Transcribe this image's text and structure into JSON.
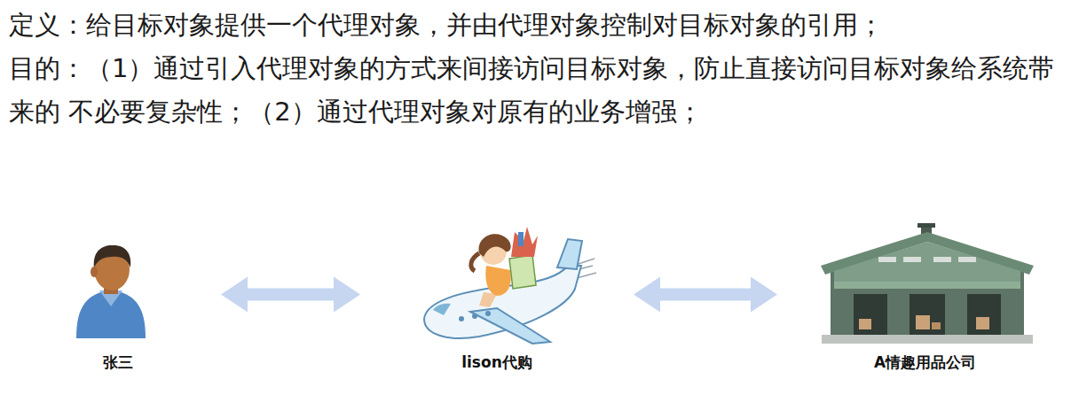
{
  "diagram": {
    "nodes": [
      {
        "text": [
          "张三"
        ]
      },
      {
        "text": [
          "lison代购"
        ]
      },
      {
        "text": [
          "A情趣用品公司"
        ]
      }
    ],
    "edges": [
      {
        "from": 0,
        "to": 1,
        "arrow": "both"
      },
      {
        "from": 1,
        "to": 2,
        "arrow": "both"
      }
    ],
    "labels": [
      "定义：给目标对象提供一个代理对象，并由代理对象控制对目标对象的引用；",
      "目的：（1）通过引入代理对象的方式来间接访问目标对象，防止直接访问目标对象给系统带来的 不必要复杂性；（2）通过代理对象对原有的业务增强；"
    ]
  }
}
